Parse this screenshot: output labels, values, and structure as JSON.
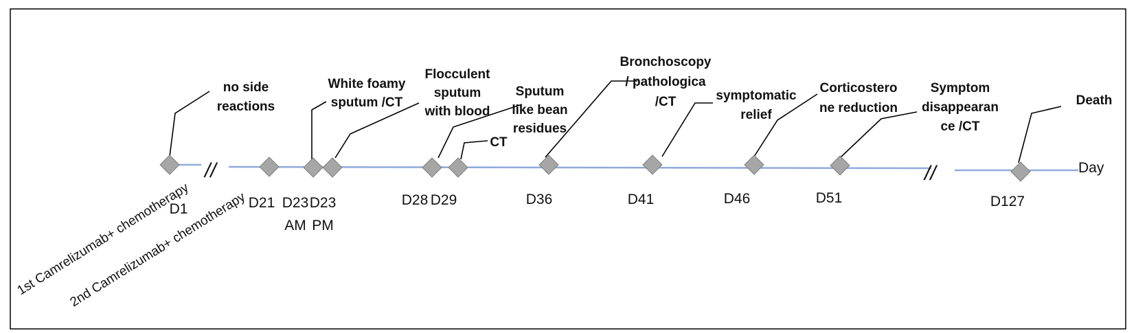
{
  "days": [
    {
      "id": "d1",
      "label": "D1",
      "line2": ""
    },
    {
      "id": "d21",
      "label": "D21",
      "line2": ""
    },
    {
      "id": "d23am",
      "label": "D23",
      "line2": "AM"
    },
    {
      "id": "d23pm",
      "label": "D23",
      "line2": "PM"
    },
    {
      "id": "d28",
      "label": "D28",
      "line2": ""
    },
    {
      "id": "d29",
      "label": "D29",
      "line2": ""
    },
    {
      "id": "d36",
      "label": "D36",
      "line2": ""
    },
    {
      "id": "d41",
      "label": "D41",
      "line2": ""
    },
    {
      "id": "d46",
      "label": "D46",
      "line2": ""
    },
    {
      "id": "d51",
      "label": "D51",
      "line2": ""
    },
    {
      "id": "d127",
      "label": "D127",
      "line2": ""
    }
  ],
  "axis_label": "Day",
  "break_symbol": "//",
  "events": [
    {
      "day": "d1",
      "lines": [
        "no side",
        "reactions"
      ]
    },
    {
      "day": "d23am",
      "lines": [
        "White foamy",
        "sputum /CT"
      ]
    },
    {
      "day": "d23pm",
      "lines": [
        "Flocculent",
        "sputum",
        "with blood"
      ]
    },
    {
      "day": "d28",
      "lines": [
        "Sputum",
        "like bean",
        "residues"
      ]
    },
    {
      "day": "d29",
      "lines": [
        "CT"
      ]
    },
    {
      "day": "d36",
      "lines": [
        "Bronchoscopy",
        "/ pathologica",
        "/CT"
      ]
    },
    {
      "day": "d41",
      "lines": [
        "symptomatic",
        "relief"
      ]
    },
    {
      "day": "d46",
      "lines": [
        "Corticostero",
        "ne reduction"
      ]
    },
    {
      "day": "d51",
      "lines": [
        "Symptom",
        "disappearan",
        "ce /CT"
      ]
    },
    {
      "day": "d127",
      "lines": [
        "Death"
      ]
    }
  ],
  "therapies": [
    {
      "day": "d1",
      "text": "1st Camrelizumab+ chemotherapy"
    },
    {
      "day": "d21",
      "text": "2nd Camrelizumab+ chemotherapy"
    }
  ],
  "colors": {
    "line": "#8faadc",
    "marker_fill": "#a6a6a6",
    "marker_stroke": "#7f7f7f",
    "leader": "#000000",
    "frame": "#000000"
  }
}
